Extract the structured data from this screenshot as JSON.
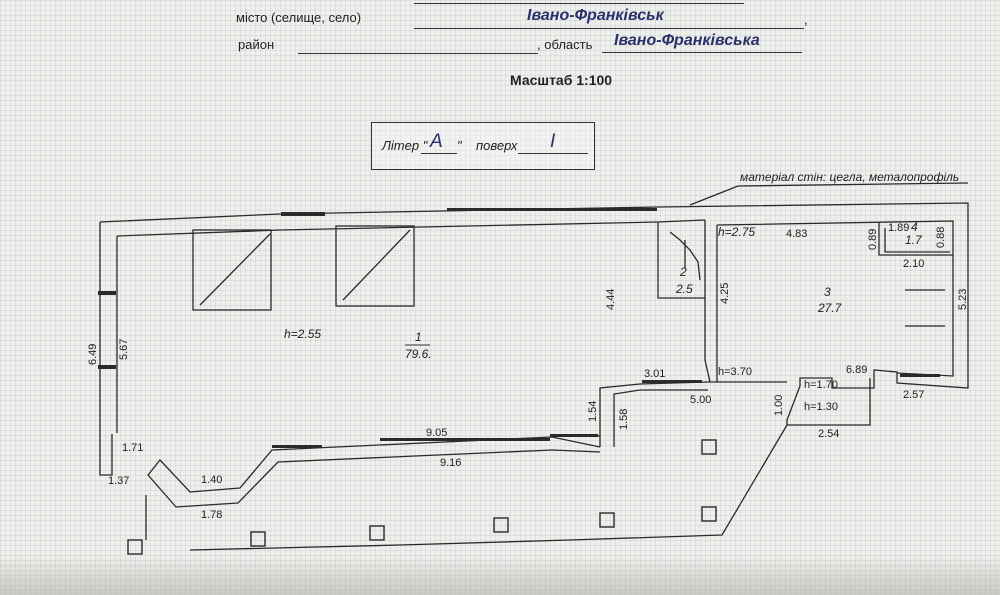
{
  "header": {
    "city_label": "місто (селище, село)",
    "city_value": "Івано-Франківськ",
    "district_label": "район",
    "oblast_label": ", область",
    "oblast_value": "Івано-Франківська",
    "scale": "Масштаб 1:100"
  },
  "letter_box": {
    "liter_label": "Літер \"",
    "liter_close": "\"",
    "liter_value": "A",
    "floor_label": "поверх",
    "floor_value": "I"
  },
  "plan": {
    "material_note": "матеріал стін: цегла, металопрофіль",
    "rooms": [
      {
        "number": "1",
        "area": "79.6.",
        "height": "h=2.55"
      },
      {
        "number": "2",
        "area": "2.5"
      },
      {
        "number": "3",
        "area": "27.7",
        "height": "h=2.75"
      },
      {
        "number": "4",
        "area": "1.7"
      }
    ],
    "dimensions": {
      "d_6_49": "6.49",
      "d_5_67": "5.67",
      "d_4_44": "4.44",
      "d_4_25": "4.25",
      "d_4_83": "4.83",
      "d_1_89": "1.89",
      "d_0_89": "0.89",
      "d_0_88": "0.88",
      "d_2_10": "2.10",
      "d_5_23": "5.23",
      "d_3_01": "3.01",
      "d_h370": "h=3.70",
      "d_5_00": "5.00",
      "d_6_89": "6.89",
      "d_h170": "h=1.70",
      "d_h130": "h=1.30",
      "d_1_00": "1.00",
      "d_2_57": "2.57",
      "d_2_54": "2.54",
      "d_1_54": "1.54",
      "d_1_58": "1.58",
      "d_9_05": "9.05",
      "d_9_16": "9.16",
      "d_1_71": "1.71",
      "d_1_37": "1.37",
      "d_1_40": "1.40",
      "d_1_78": "1.78"
    }
  }
}
